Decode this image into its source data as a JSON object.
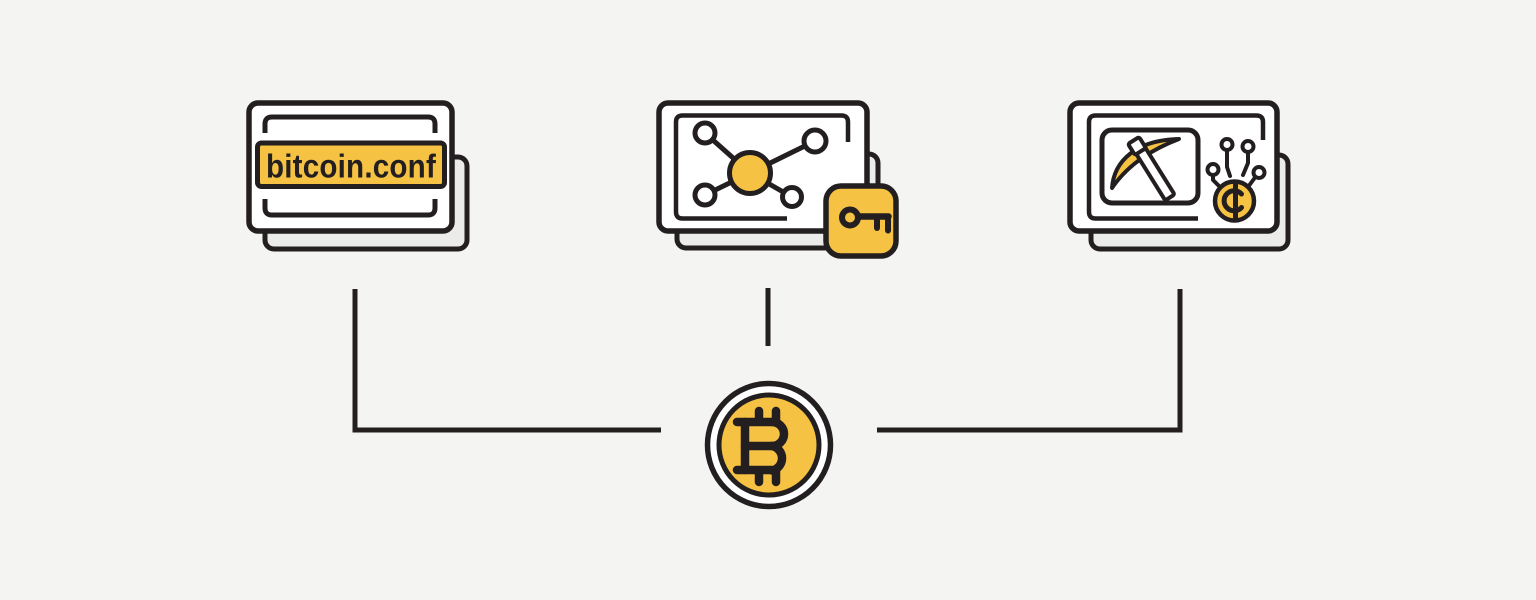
{
  "palette": {
    "bg": "#F4F4F2",
    "ink": "#231F20",
    "accent": "#F6C243",
    "card": "#FFFFFF",
    "shadow": "#EBEBE9"
  },
  "cards": [
    {
      "name": "config-file-card",
      "label": "bitcoin.conf",
      "icon": "document-with-filename-tag"
    },
    {
      "name": "network-key-card",
      "icons": [
        "network-nodes-icon",
        "key-badge-icon"
      ]
    },
    {
      "name": "mining-card",
      "icons": [
        "pickaxe-icon",
        "cent-coin-icon"
      ],
      "coin_symbol": "₵"
    }
  ],
  "hub": {
    "name": "bitcoin-coin-hub",
    "symbol": "₿"
  }
}
